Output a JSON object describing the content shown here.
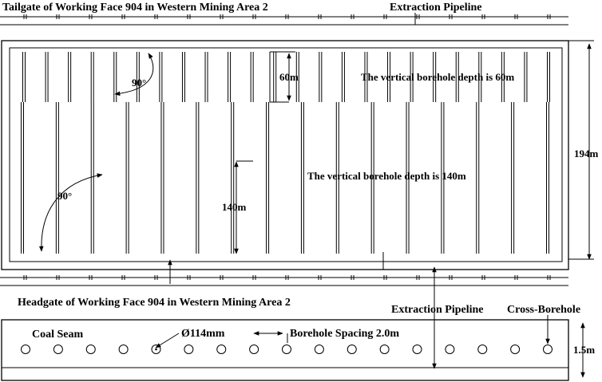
{
  "labels": {
    "tailgate": "Tailgate of Working Face 904 in Western Mining Area 2",
    "extraction_top": "Extraction Pipeline",
    "angle_top": "90°",
    "depth_short_dim": "60m",
    "depth_short_note": "The vertical borehole depth is 60m",
    "width_dim": "194m",
    "depth_long_note": "The vertical borehole depth is 140m",
    "angle_bottom": "90°",
    "depth_long_dim": "140m",
    "headgate": "Headgate of Working Face 904 in Western Mining Area 2",
    "extraction_bottom": "Extraction Pipeline",
    "cross_borehole": "Cross-Borehole",
    "coal_seam": "Coal Seam",
    "diameter": "Ø114mm",
    "spacing": "Borehole Spacing 2.0m",
    "seam_height": "1.5m"
  },
  "counts": {
    "short_boreholes": 24,
    "long_boreholes": 16,
    "cross_boreholes": 17
  }
}
